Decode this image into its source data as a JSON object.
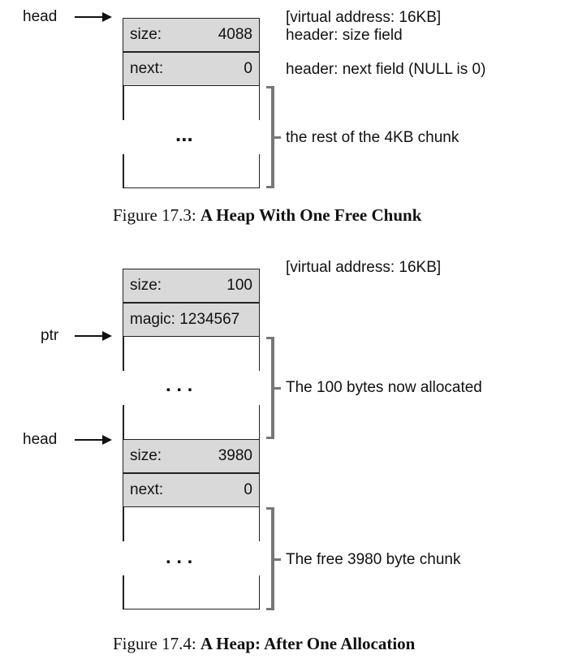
{
  "figure1": {
    "head_label": "head",
    "address_note": "[virtual address: 16KB]",
    "size_label": "size:",
    "size_value": "4088",
    "next_label": "next:",
    "next_value": "0",
    "size_note": "header: size field",
    "next_note": "header: next field (NULL is 0)",
    "dots": "...",
    "rest_note": "the rest of the 4KB chunk",
    "caption_prefix": "Figure 17.3: ",
    "caption_title": "A Heap With One Free Chunk"
  },
  "figure2": {
    "address_note": "[virtual address: 16KB]",
    "size_label": "size:",
    "size_value": "100",
    "magic_label": "magic: 1234567",
    "ptr_label": "ptr",
    "dots_1": ". . .",
    "allocated_note": "The 100 bytes now allocated",
    "head_label": "head",
    "size2_label": "size:",
    "size2_value": "3980",
    "next_label": "next:",
    "next_value": "0",
    "dots_2": ". . .",
    "free_note": "The free 3980 byte chunk",
    "caption_prefix": "Figure 17.4: ",
    "caption_title": "A Heap: After One Allocation"
  }
}
